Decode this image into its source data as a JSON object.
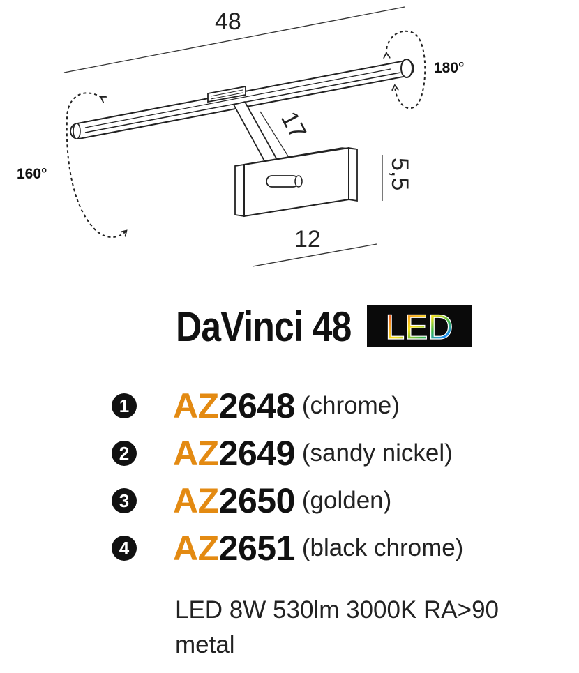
{
  "dimensions": {
    "length": "48",
    "arm": "17",
    "depth": "5,5",
    "base_width": "12"
  },
  "rotations": {
    "left": "160°",
    "right": "180°"
  },
  "product": {
    "name": "DaVinci 48",
    "badge": "LED"
  },
  "variants": [
    {
      "number": "1",
      "prefix": "AZ",
      "digits": "2648",
      "finish": "(chrome)"
    },
    {
      "number": "2",
      "prefix": "AZ",
      "digits": "2649",
      "finish": "(sandy nickel)"
    },
    {
      "number": "3",
      "prefix": "AZ",
      "digits": "2650",
      "finish": "(golden)"
    },
    {
      "number": "4",
      "prefix": "AZ",
      "digits": "2651",
      "finish": "(black chrome)"
    }
  ],
  "specs": {
    "line1": "LED 8W 530lm 3000K RA>90",
    "line2": "metal"
  },
  "colors": {
    "code_prefix": "#e38a12",
    "text": "#111111",
    "badge_background": "#0a0a0a",
    "badge_gradient": [
      "#e8232a",
      "#f7931e",
      "#f9e21b",
      "#39b54a",
      "#1e90ff",
      "#7b2ff7"
    ]
  }
}
